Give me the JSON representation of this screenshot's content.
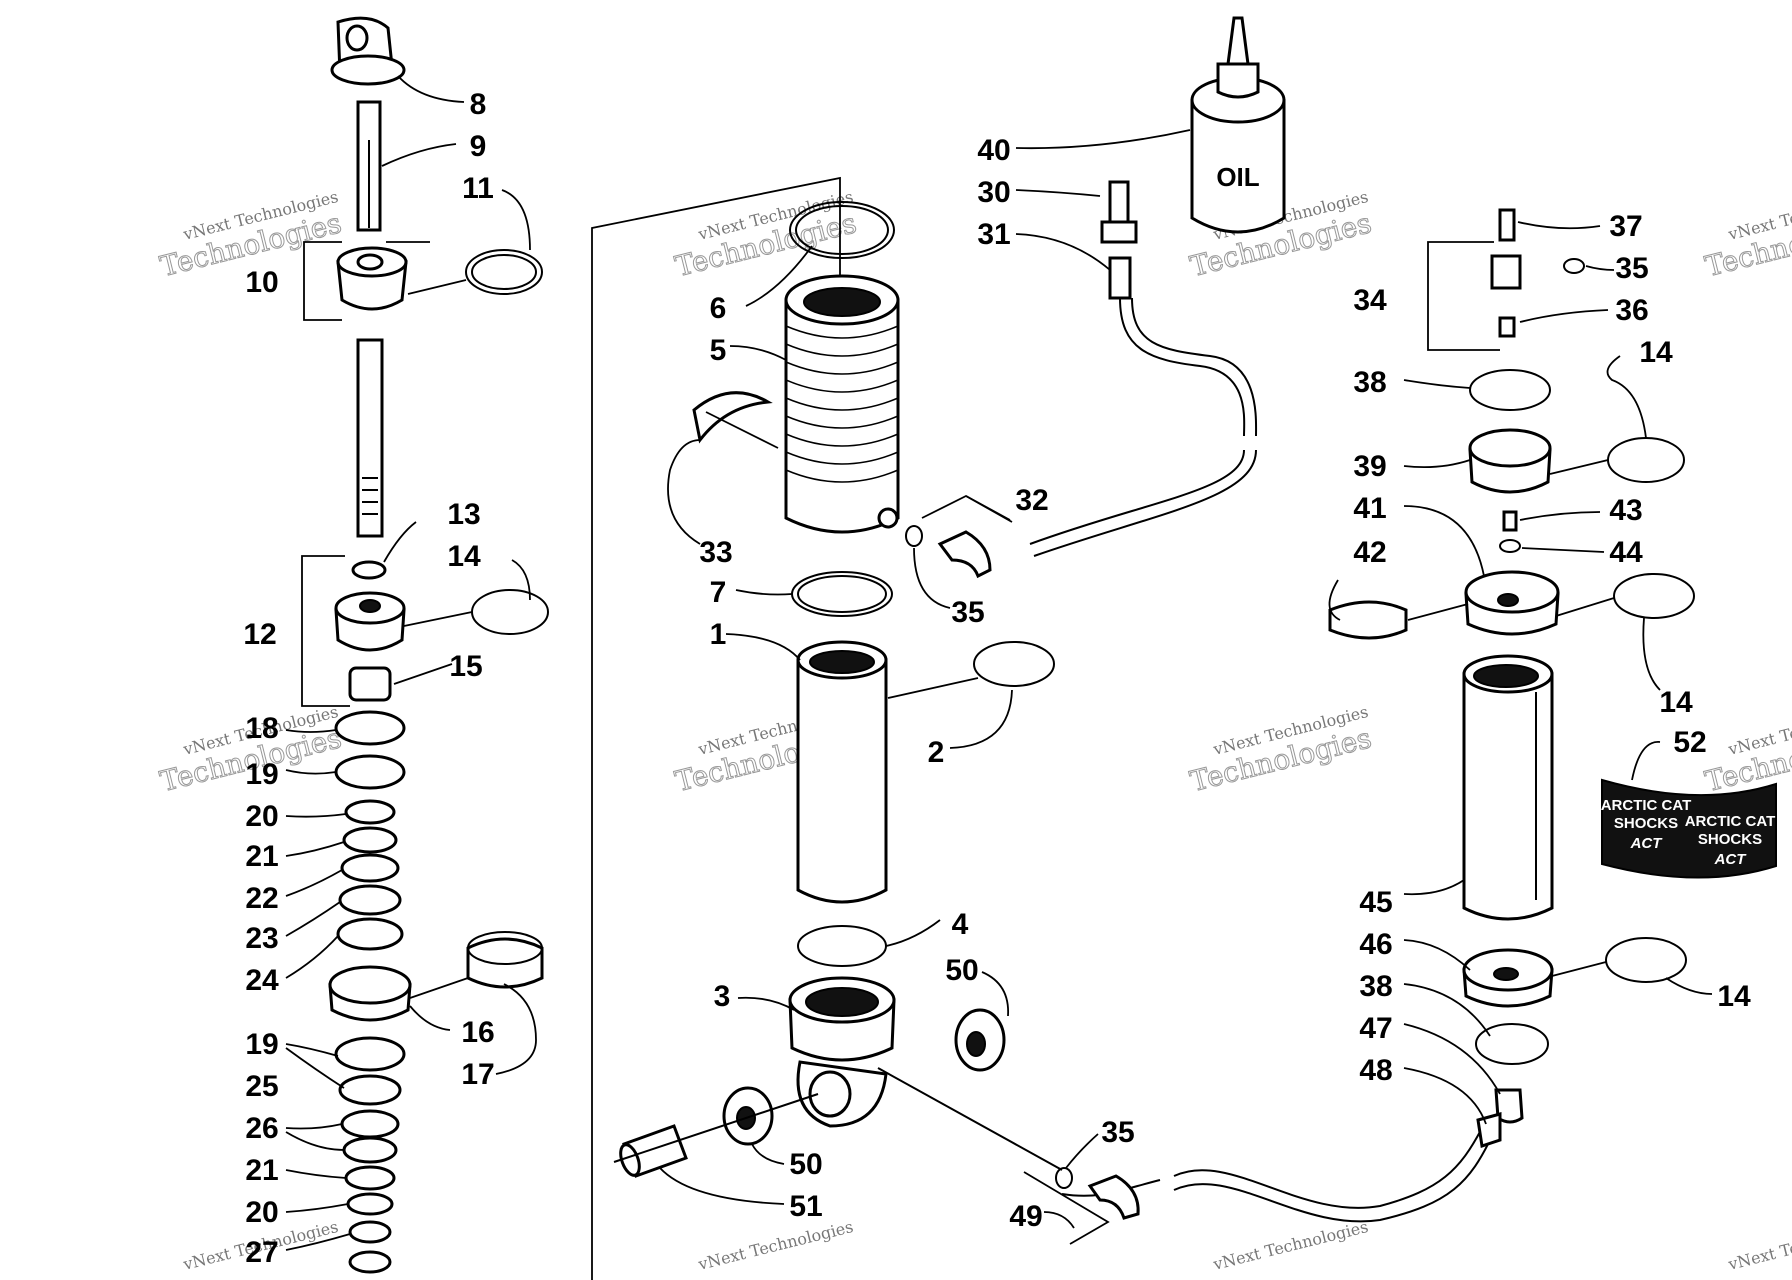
{
  "oil_label": "OIL",
  "decal": {
    "line1": "ARCTIC CAT",
    "line2": "SHOCKS",
    "badge": "ACT"
  },
  "watermark": {
    "line1": "vNext Technologies",
    "line2": "Technologies"
  },
  "callouts": [
    {
      "id": "c8",
      "text": "8"
    },
    {
      "id": "c9",
      "text": "9"
    },
    {
      "id": "c11",
      "text": "11"
    },
    {
      "id": "c10",
      "text": "10"
    },
    {
      "id": "c13",
      "text": "13"
    },
    {
      "id": "c14a",
      "text": "14"
    },
    {
      "id": "c12",
      "text": "12"
    },
    {
      "id": "c15",
      "text": "15"
    },
    {
      "id": "c18",
      "text": "18"
    },
    {
      "id": "c19a",
      "text": "19"
    },
    {
      "id": "c20a",
      "text": "20"
    },
    {
      "id": "c21a",
      "text": "21"
    },
    {
      "id": "c22",
      "text": "22"
    },
    {
      "id": "c23",
      "text": "23"
    },
    {
      "id": "c24",
      "text": "24"
    },
    {
      "id": "c16",
      "text": "16"
    },
    {
      "id": "c17",
      "text": "17"
    },
    {
      "id": "c19b",
      "text": "19"
    },
    {
      "id": "c25",
      "text": "25"
    },
    {
      "id": "c26",
      "text": "26"
    },
    {
      "id": "c21b",
      "text": "21"
    },
    {
      "id": "c20b",
      "text": "20"
    },
    {
      "id": "c27",
      "text": "27"
    },
    {
      "id": "c6",
      "text": "6"
    },
    {
      "id": "c5",
      "text": "5"
    },
    {
      "id": "c33",
      "text": "33"
    },
    {
      "id": "c7",
      "text": "7"
    },
    {
      "id": "c1",
      "text": "1"
    },
    {
      "id": "c2",
      "text": "2"
    },
    {
      "id": "c4",
      "text": "4"
    },
    {
      "id": "c3",
      "text": "3"
    },
    {
      "id": "c50a",
      "text": "50"
    },
    {
      "id": "c50b",
      "text": "50"
    },
    {
      "id": "c51",
      "text": "51"
    },
    {
      "id": "c40",
      "text": "40"
    },
    {
      "id": "c30",
      "text": "30"
    },
    {
      "id": "c31",
      "text": "31"
    },
    {
      "id": "c32",
      "text": "32"
    },
    {
      "id": "c35a",
      "text": "35"
    },
    {
      "id": "c35b",
      "text": "35"
    },
    {
      "id": "c49",
      "text": "49"
    },
    {
      "id": "c37",
      "text": "37"
    },
    {
      "id": "c35c",
      "text": "35"
    },
    {
      "id": "c34",
      "text": "34"
    },
    {
      "id": "c36",
      "text": "36"
    },
    {
      "id": "c38a",
      "text": "38"
    },
    {
      "id": "c14b",
      "text": "14"
    },
    {
      "id": "c39",
      "text": "39"
    },
    {
      "id": "c41",
      "text": "41"
    },
    {
      "id": "c43",
      "text": "43"
    },
    {
      "id": "c42",
      "text": "42"
    },
    {
      "id": "c44",
      "text": "44"
    },
    {
      "id": "c14c",
      "text": "14"
    },
    {
      "id": "c52",
      "text": "52"
    },
    {
      "id": "c45",
      "text": "45"
    },
    {
      "id": "c46",
      "text": "46"
    },
    {
      "id": "c14d",
      "text": "14"
    },
    {
      "id": "c38b",
      "text": "38"
    },
    {
      "id": "c47",
      "text": "47"
    },
    {
      "id": "c48",
      "text": "48"
    }
  ]
}
